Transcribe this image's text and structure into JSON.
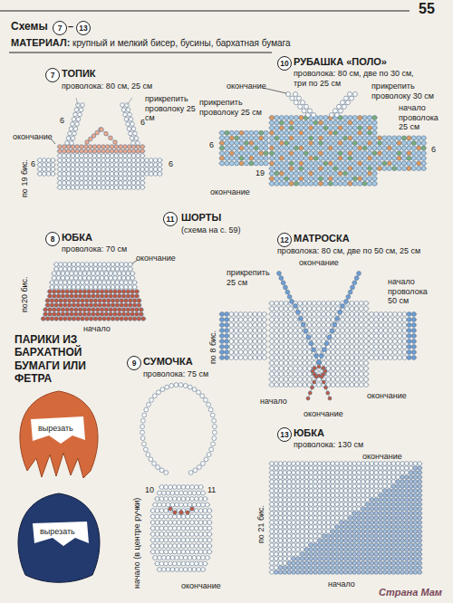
{
  "diagram": {
    "title": "Схемы",
    "labels": [
      "55",
      "7",
      "–",
      "13",
      "МАТЕРИАЛ:",
      "крупный и мелкий бисер, бусины, бархатная бумага",
      "7",
      "ТОПИК",
      "проволока: 80 см, 25 см",
      "прикрепить проволоку 25 см",
      "окончание",
      "по 19 бис.",
      "6",
      "6",
      "6",
      "6",
      "8",
      "ЮБКА",
      "проволока: 70 см",
      "окончание",
      "начало",
      "по20 бис.",
      "11",
      "ШОРТЫ",
      "(схема на с. 59)",
      "10",
      "РУБАШКА «ПОЛО»",
      "проволока: 80 см, две по 30 см,",
      "три по 25 см",
      "окончание",
      "прикрепить проволоку 25 см",
      "прикрепить проволоку 30 см",
      "начало проволока 25 см",
      "6",
      "6",
      "19",
      "окончание",
      "12",
      "МАТРОСКА",
      "проволока: 80 см, две по 50 см, 25 см",
      "окончание",
      "прикрепить 25 см",
      "начало проволока 50 см",
      "по 8 бис.",
      "начало",
      "окончание",
      "окончание",
      "ПАРИКИ ИЗ БАРХАТНОЙ БУМАГИ ИЛИ ФЕТРА",
      "вырезать",
      "вырезать",
      "9",
      "СУМОЧКА",
      "проволока: 75 см",
      "начало (в центре ручки)",
      "10",
      "11",
      "окончание",
      "13",
      "ЮБКА",
      "проволока: 130 см",
      "окончание",
      "начало",
      "по 21 бис.",
      "Страна Мам"
    ]
  }
}
